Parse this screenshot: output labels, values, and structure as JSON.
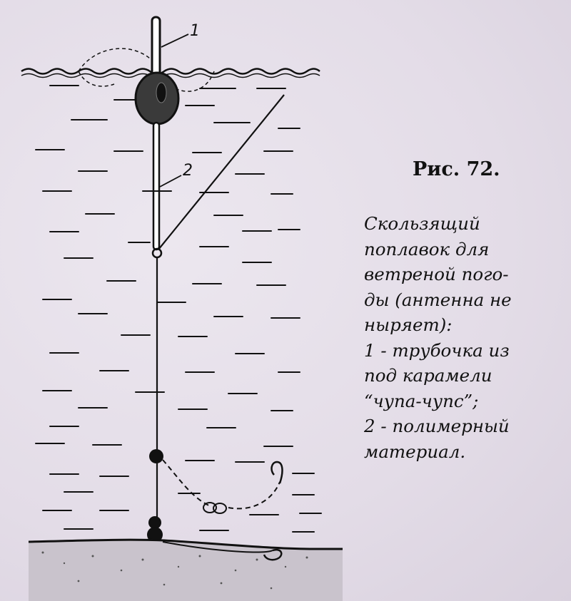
{
  "figure": {
    "title": "Рис. 72.",
    "caption_lines": [
      "Скользящий",
      "поплавок для",
      "ветреной пого-",
      "ды (антенна не",
      "ныряет):",
      "1 - трубочка из",
      "под карамели",
      "“чупа-чупс”;",
      "2 - полимерный",
      "материал."
    ]
  },
  "diagram": {
    "labels": {
      "part1": "1",
      "part2": "2"
    }
  }
}
